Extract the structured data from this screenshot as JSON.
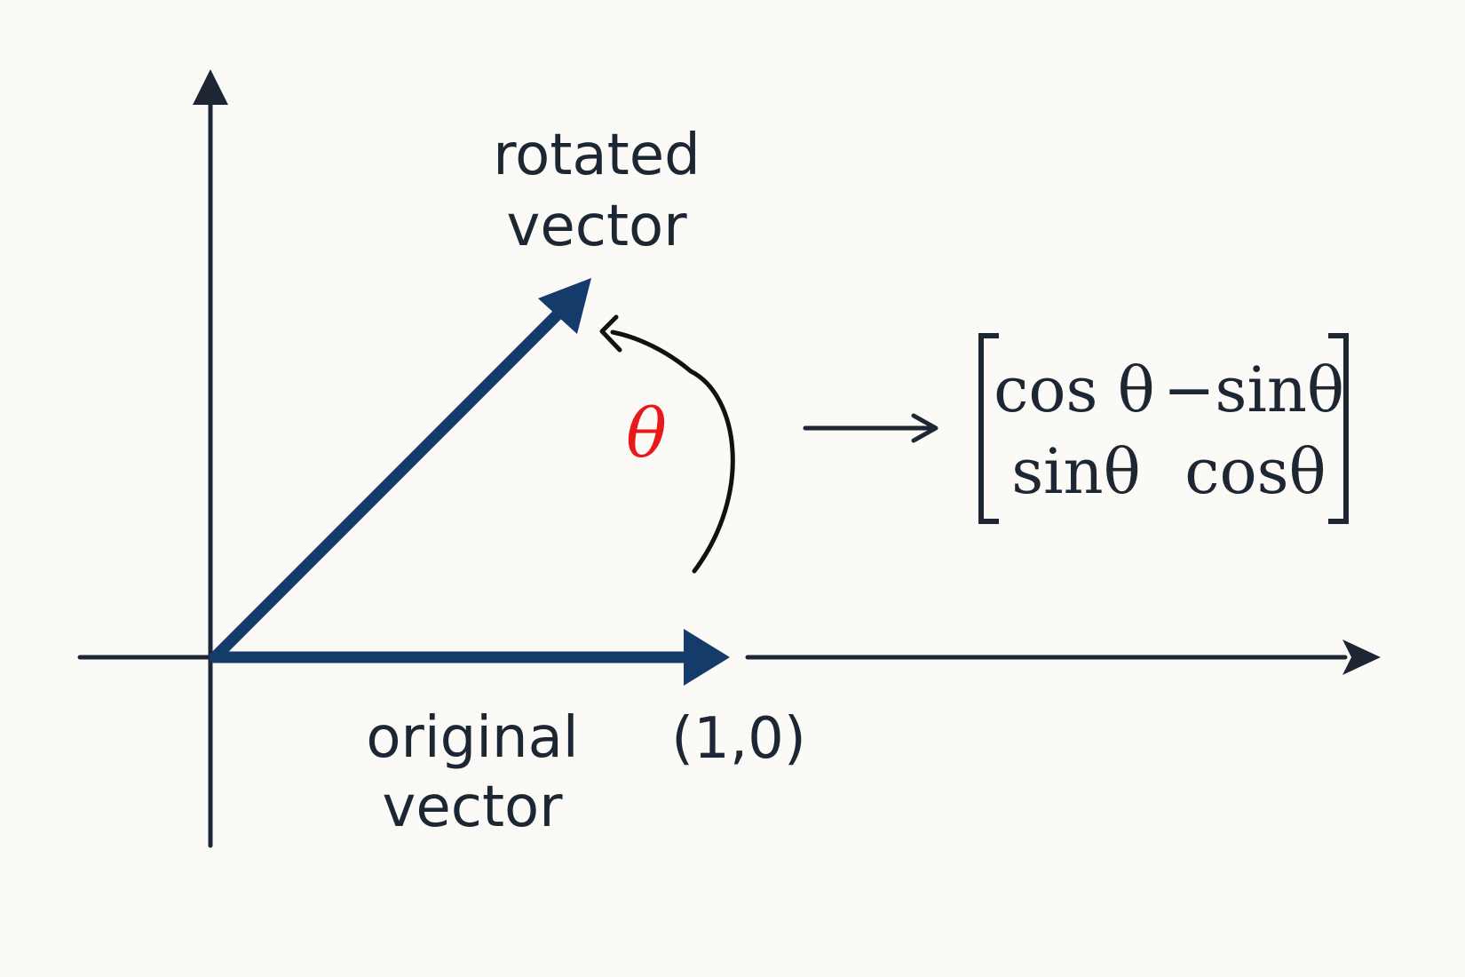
{
  "diagram": {
    "rotated_label": {
      "line1": "rotated",
      "line2": "vector"
    },
    "original_label": {
      "line1": "original",
      "line2": "vector"
    },
    "point_label": "(1,0)",
    "angle_symbol": "θ",
    "matrix": {
      "r1c1": "cos θ",
      "r1c2": "−sinθ",
      "r2c1": "sinθ",
      "r2c2": "cosθ"
    },
    "colors": {
      "vector": "#153b6b",
      "axis": "#1d2733",
      "angle": "#e8191a",
      "background": "#fbfaf6"
    }
  }
}
